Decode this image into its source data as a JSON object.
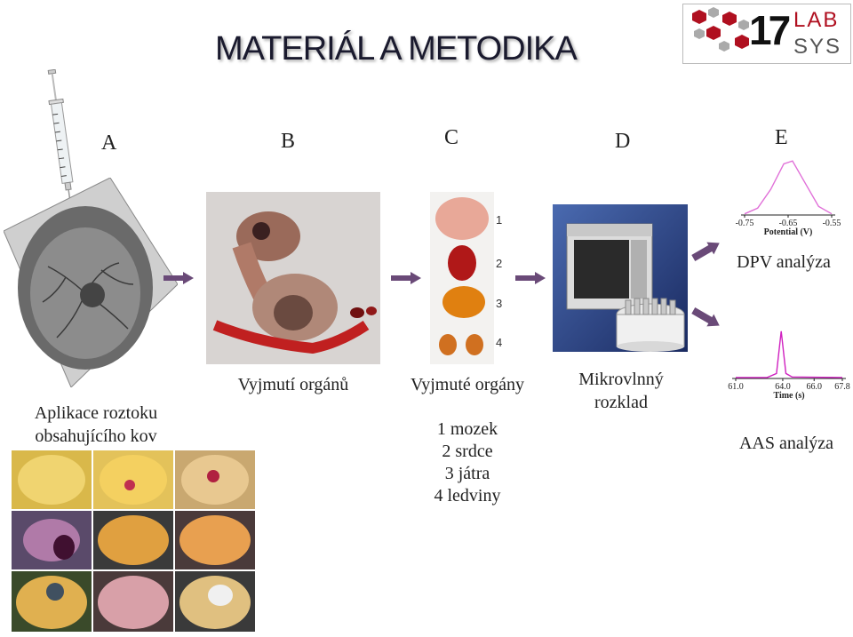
{
  "title": "MATERIÁL A METODIKA",
  "logo": {
    "text_top": "LAB",
    "text_bottom": "SYS",
    "number": "17"
  },
  "steps": {
    "A": {
      "letter": "A",
      "caption_line1": "Aplikace roztoku",
      "caption_line2": "obsahujícího kov"
    },
    "B": {
      "letter": "B",
      "caption": "Vyjmutí orgánů"
    },
    "C": {
      "letter": "C",
      "caption": "Vyjmuté orgány",
      "organs": [
        "1 mozek",
        "2 srdce",
        "3 játra",
        "4 ledviny"
      ],
      "numbers": [
        "1",
        "2",
        "3",
        "4"
      ]
    },
    "D": {
      "letter": "D",
      "caption_line1": "Mikrovlnný",
      "caption_line2": "rozklad"
    },
    "E": {
      "letter": "E",
      "dpv_label": "DPV analýza",
      "aas_label": "AAS analýza"
    }
  },
  "chart_data": [
    {
      "type": "line",
      "xlabel": "Potential (V)",
      "x_ticks": [
        "-0.55",
        "-0.65",
        "-0.75"
      ],
      "series": [
        {
          "values": [
            {
              "x": -0.55,
              "y": 0.02
            },
            {
              "x": -0.58,
              "y": 0.15
            },
            {
              "x": -0.61,
              "y": 0.55
            },
            {
              "x": -0.64,
              "y": 0.95
            },
            {
              "x": -0.66,
              "y": 0.9
            },
            {
              "x": -0.69,
              "y": 0.45
            },
            {
              "x": -0.72,
              "y": 0.12
            },
            {
              "x": -0.75,
              "y": 0.02
            }
          ]
        }
      ],
      "color": "#e070d8"
    },
    {
      "type": "line",
      "xlabel": "Time (s)",
      "x_ticks": [
        "61.0",
        "64.0",
        "66.0",
        "67.8"
      ],
      "series": [
        {
          "values": [
            {
              "x": 61.0,
              "y": 0.02
            },
            {
              "x": 63.0,
              "y": 0.02
            },
            {
              "x": 63.6,
              "y": 0.1
            },
            {
              "x": 63.9,
              "y": 0.95
            },
            {
              "x": 64.2,
              "y": 0.1
            },
            {
              "x": 64.6,
              "y": 0.03
            },
            {
              "x": 67.8,
              "y": 0.02
            }
          ]
        }
      ],
      "color": "#d020c0"
    }
  ]
}
